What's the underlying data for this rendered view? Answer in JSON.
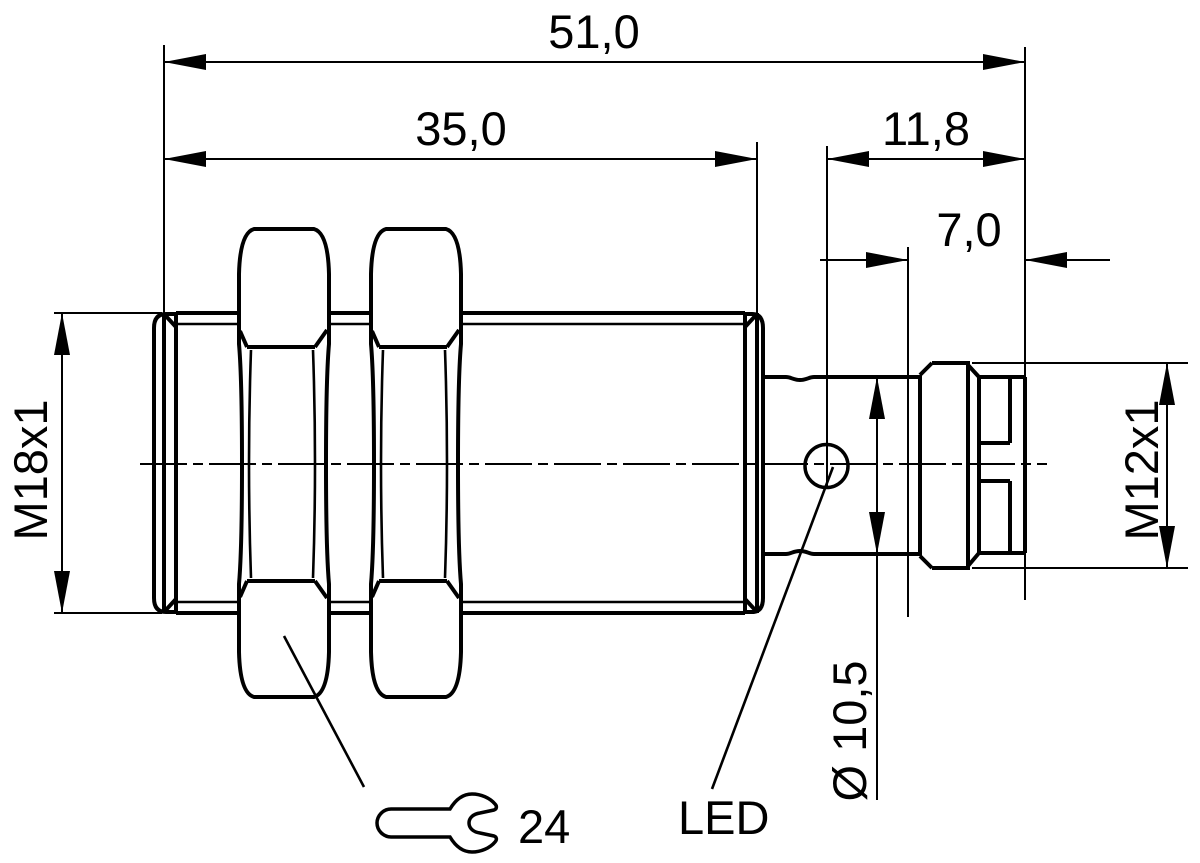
{
  "drawing": {
    "type": "technical-dimension-drawing",
    "subject": "cylindrical M18 sensor with M12 connector, side view",
    "background_color": "#ffffff",
    "line_color": "#000000",
    "labels": {
      "overall_length": "51,0",
      "housing_length": "35,0",
      "rear_section_length": "11,8",
      "connector_length": "7,0",
      "housing_thread": "M18x1",
      "connector_thread": "M12x1",
      "body_diameter": "Ø 10,5",
      "wrench_size": "24",
      "led": "LED"
    }
  }
}
